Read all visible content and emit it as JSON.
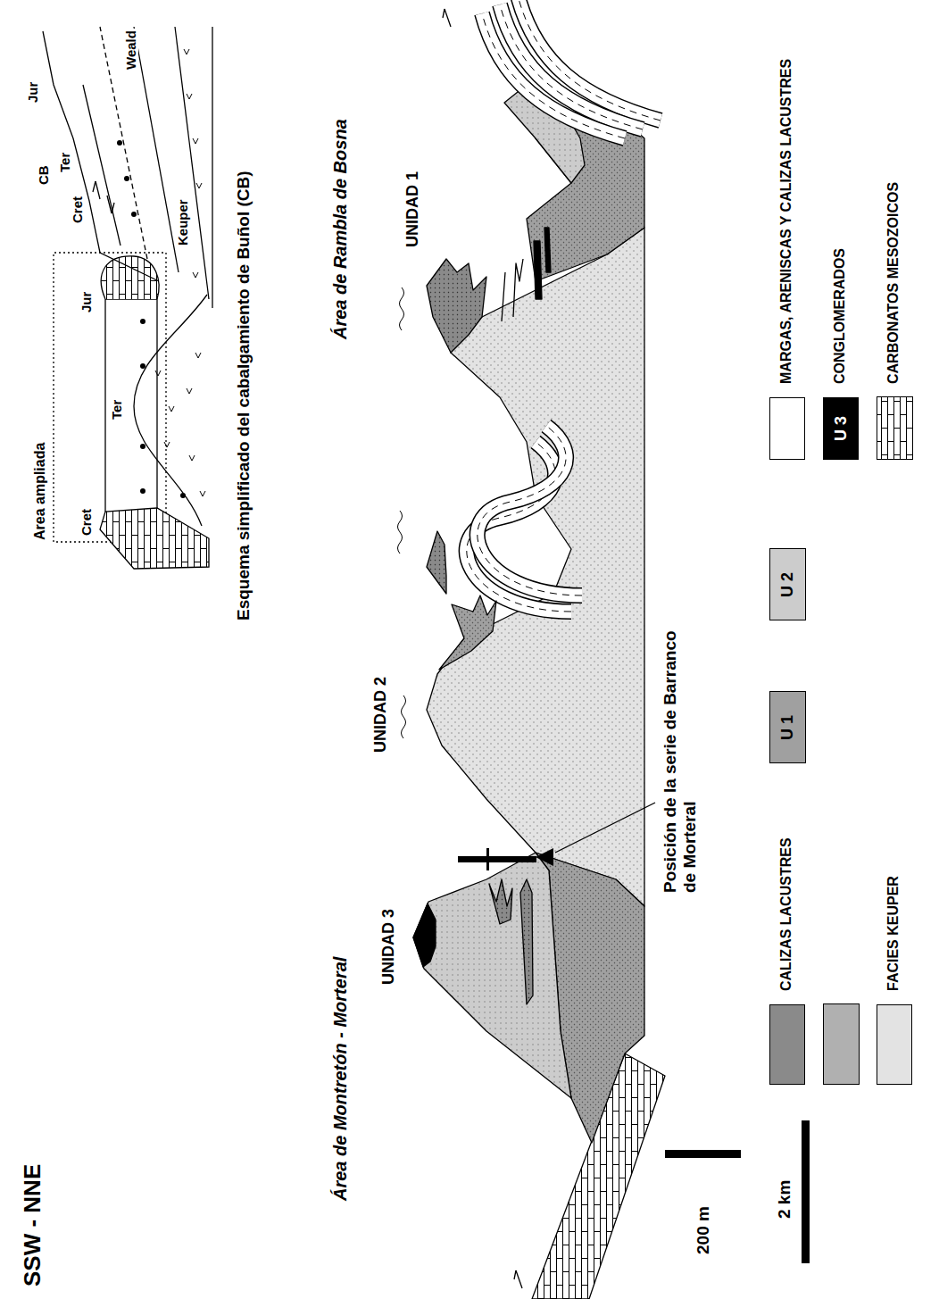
{
  "diagram": {
    "labels": [
      "SSW - NNE",
      "Area ampliada",
      "Cret",
      "Ter",
      "Jur",
      "Keuper",
      "CB",
      "Cret",
      "Ter",
      "Jur",
      "Weald",
      "Esquema simplificado del cabalgamiento de Buñol (CB)",
      "Área de Rambla de Bosna",
      "Área de Montretón - Morteral",
      "UNIDAD 3",
      "UNIDAD 2",
      "UNIDAD 1",
      "Posición de la serie de Barranco de Morteral",
      "200 m",
      "2 km",
      "U 1",
      "U 2",
      "U 3"
    ],
    "legend": [
      {
        "text": "CALIZAS LACUSTRES",
        "color": "#8a8a8a"
      },
      {
        "text": "FACIES KEUPER",
        "color": "#e3e3e3"
      },
      {
        "text": "MARGAS, ARENISCAS Y CALIZAS LACUSTRES",
        "color": "#ffffff"
      },
      {
        "text": "CONGLOMERADOS",
        "color": "#000000"
      },
      {
        "text": "CARBONATOS MESOZOICOS"
      }
    ]
  }
}
